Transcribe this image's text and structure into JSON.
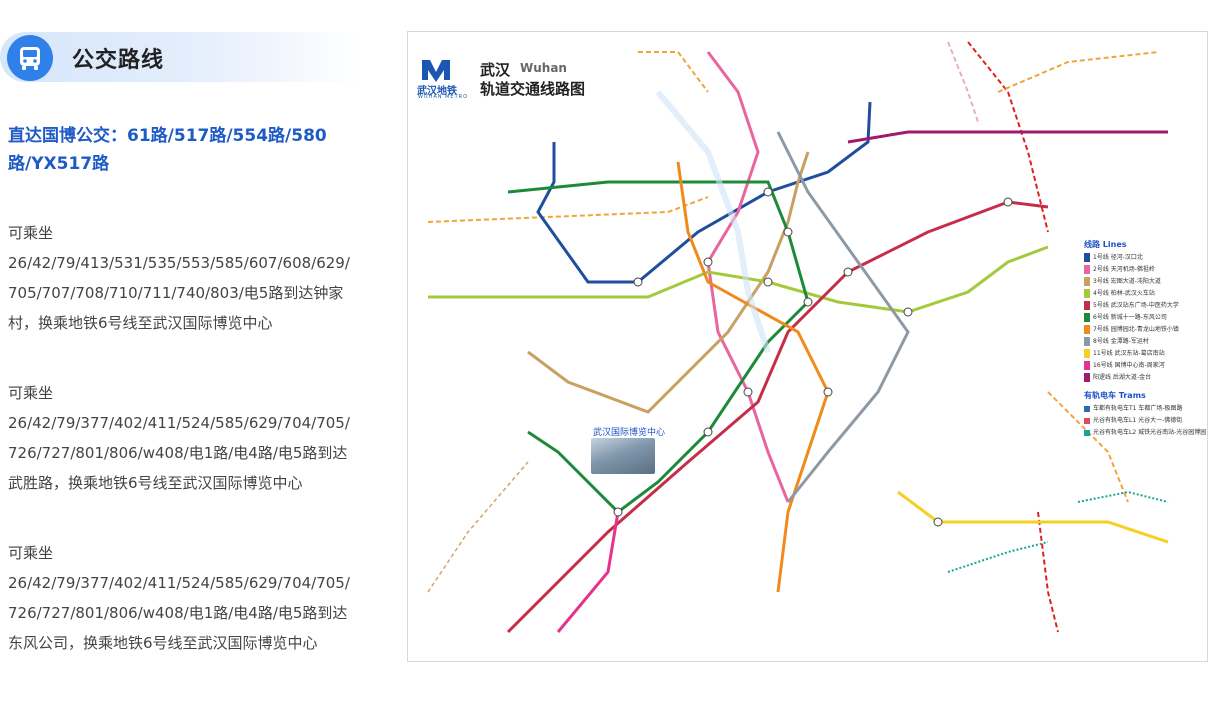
{
  "header": {
    "title": "公交路线",
    "icon": "bus-icon"
  },
  "direct": {
    "line1": "直达国博公交：61路/517路/554路/580",
    "line2": "路/YX517路"
  },
  "routes": [
    {
      "label": "可乘坐",
      "lines": [
        "26/42/79/413/531/535/553/585/607/608/629/",
        "705/707/708/710/711/740/803/电5路到达钟家",
        "村，换乘地铁6号线至武汉国际博览中心"
      ]
    },
    {
      "label": "可乘坐",
      "lines": [
        "26/42/79/377/402/411/524/585/629/704/705/",
        "726/727/801/806/w408/电1路/电4路/电5路到达",
        "武胜路，换乘地铁6号线至武汉国际博览中心"
      ]
    },
    {
      "label": "可乘坐",
      "lines": [
        "26/42/79/377/402/411/524/585/629/704/705/",
        "726/727/801/806/w408/电1路/电4路/电5路到达",
        "东风公司，换乘地铁6号线至武汉国际博览中心"
      ]
    }
  ],
  "map": {
    "title_cn": "武汉",
    "title_en": "Wuhan",
    "title_line2": "轨道交通线路图",
    "logo_text": "武汉地铁",
    "logo_sub": "WUHAN METRO",
    "museum_label": "武汉国际博览中心",
    "legend_title": "线路 Lines",
    "legend": [
      {
        "name": "1号线 径河-汉口北",
        "color": "#1f4e9e"
      },
      {
        "name": "2号线 天河机场-佛祖岭",
        "color": "#e8659f"
      },
      {
        "name": "3号线 宏图大道-沌阳大道",
        "color": "#c9a063"
      },
      {
        "name": "4号线 柏林-武汉火车站",
        "color": "#a4c93b"
      },
      {
        "name": "5号线 武汉站东广场-中医药大学",
        "color": "#c42e49"
      },
      {
        "name": "6号线 新城十一路-东风公司",
        "color": "#1d8a3a"
      },
      {
        "name": "7号线 园博园北-青龙山地铁小镇",
        "color": "#f08a1c"
      },
      {
        "name": "8号线 金潭路-军运村",
        "color": "#8d9aa6"
      },
      {
        "name": "11号线 武汉东站-葛店南站",
        "color": "#f5d021"
      },
      {
        "name": "16号线 国博中心南-周家河",
        "color": "#e5338d"
      },
      {
        "name": "阳逻线 后湖大道-金台",
        "color": "#a0196e"
      }
    ],
    "tram_title": "有轨电车 Trams",
    "trams": [
      {
        "name": "车都有轨电车T1 车都广场-极图路",
        "color": "#2b6cb0"
      },
      {
        "name": "光谷有轨电车L1 光谷大一-佛德街",
        "color": "#e14b60"
      },
      {
        "name": "光谷有轨电车L2 城铁光谷南站-光谷园博园",
        "color": "#1aa39a"
      }
    ]
  }
}
